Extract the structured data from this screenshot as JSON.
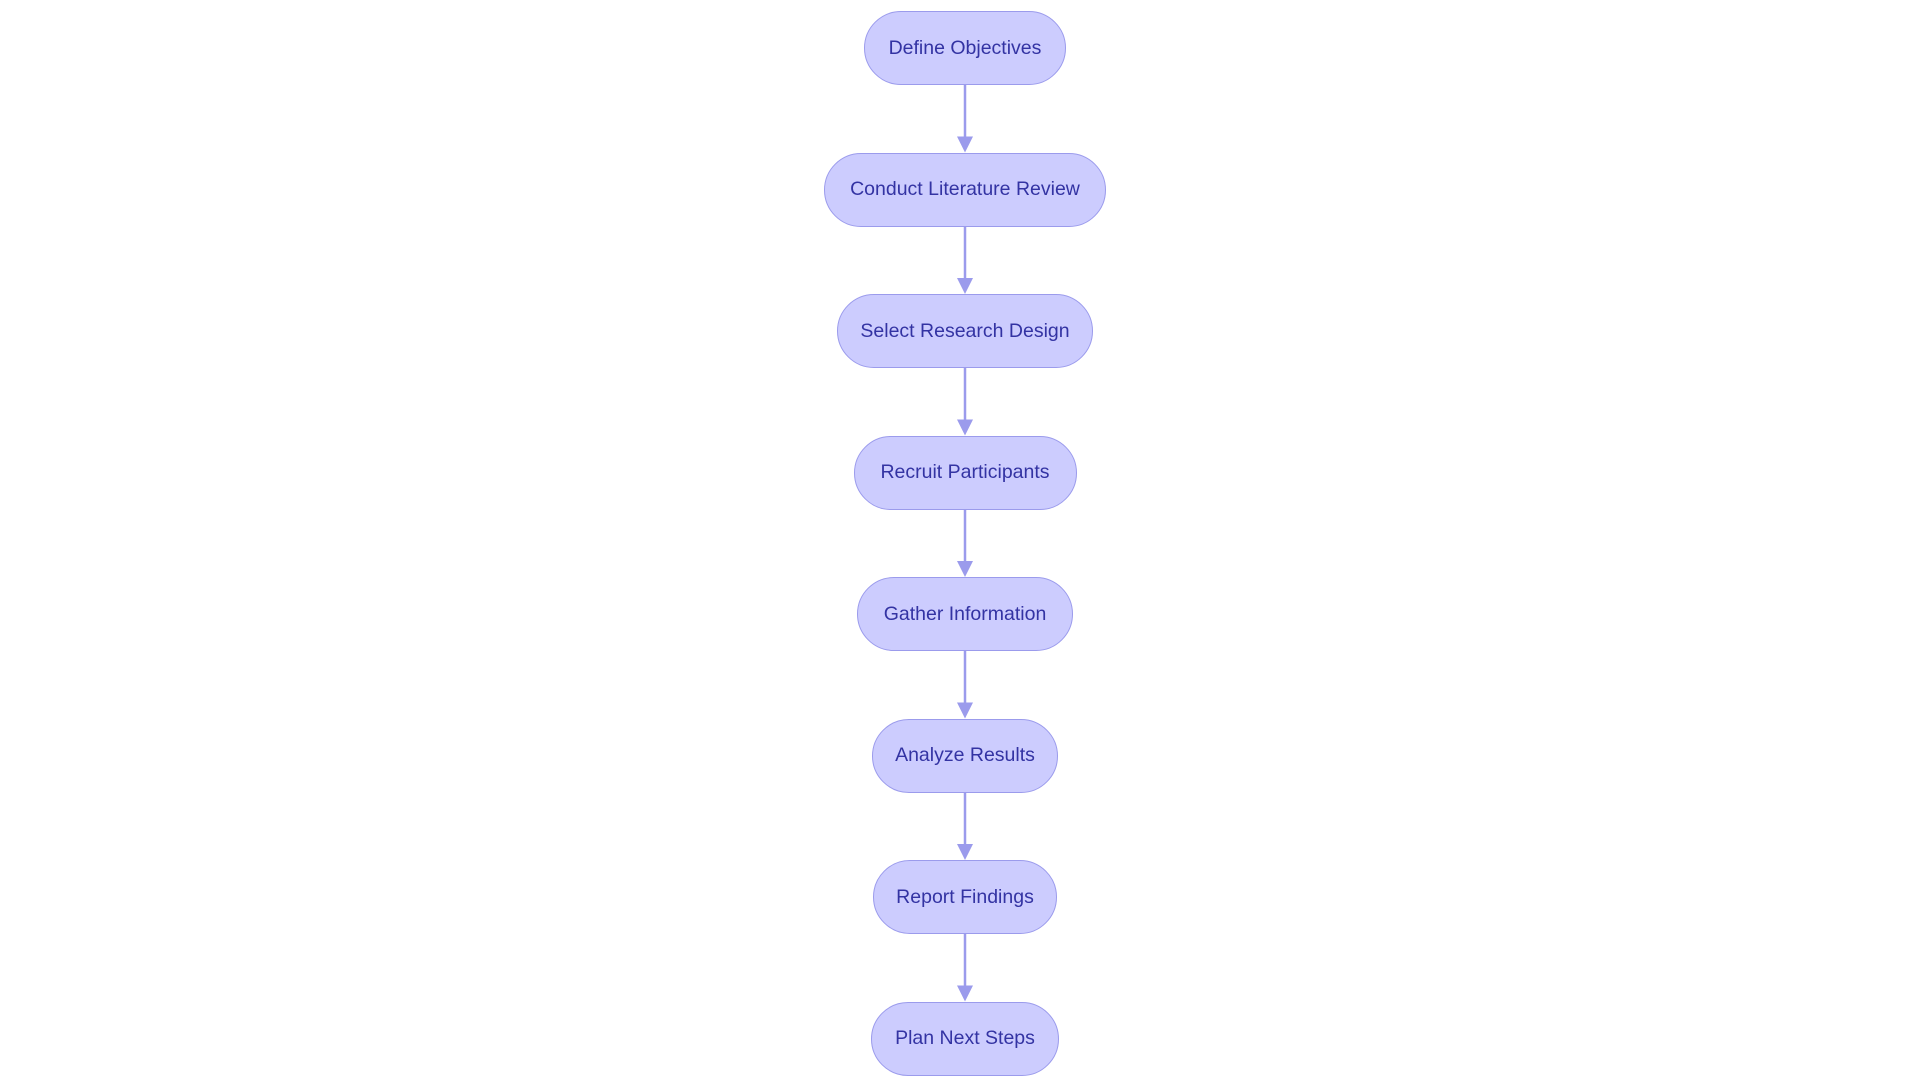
{
  "diagram": {
    "type": "flowchart",
    "direction": "top-to-bottom",
    "colors": {
      "node_fill": "#ccccfe",
      "node_border": "#9b9bec",
      "node_text": "#3333a3",
      "edge": "#9b9bec",
      "background": "#ffffff"
    },
    "nodes": [
      {
        "id": "n1",
        "label": "Define Objectives"
      },
      {
        "id": "n2",
        "label": "Conduct Literature Review"
      },
      {
        "id": "n3",
        "label": "Select Research Design"
      },
      {
        "id": "n4",
        "label": "Recruit Participants"
      },
      {
        "id": "n5",
        "label": "Gather Information"
      },
      {
        "id": "n6",
        "label": "Analyze Results"
      },
      {
        "id": "n7",
        "label": "Report Findings"
      },
      {
        "id": "n8",
        "label": "Plan Next Steps"
      }
    ],
    "edges": [
      {
        "from": "n1",
        "to": "n2"
      },
      {
        "from": "n2",
        "to": "n3"
      },
      {
        "from": "n3",
        "to": "n4"
      },
      {
        "from": "n4",
        "to": "n5"
      },
      {
        "from": "n5",
        "to": "n6"
      },
      {
        "from": "n6",
        "to": "n7"
      },
      {
        "from": "n7",
        "to": "n8"
      }
    ]
  }
}
